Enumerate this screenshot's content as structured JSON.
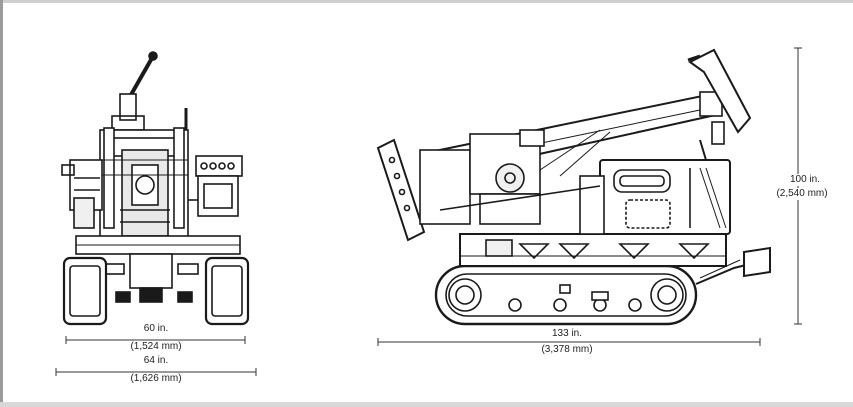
{
  "front_view": {
    "width_inner": {
      "imperial": "60 in.",
      "metric": "(1,524 mm)"
    },
    "width_outer": {
      "imperial": "64 in.",
      "metric": "(1,626 mm)"
    }
  },
  "side_view": {
    "length": {
      "imperial": "133 in.",
      "metric": "(3,378 mm)"
    },
    "height": {
      "imperial": "100 in.",
      "metric": "(2,540 mm)"
    }
  },
  "colors": {
    "line": "#1a1a1a",
    "dim": "#333333",
    "background": "#ffffff"
  }
}
